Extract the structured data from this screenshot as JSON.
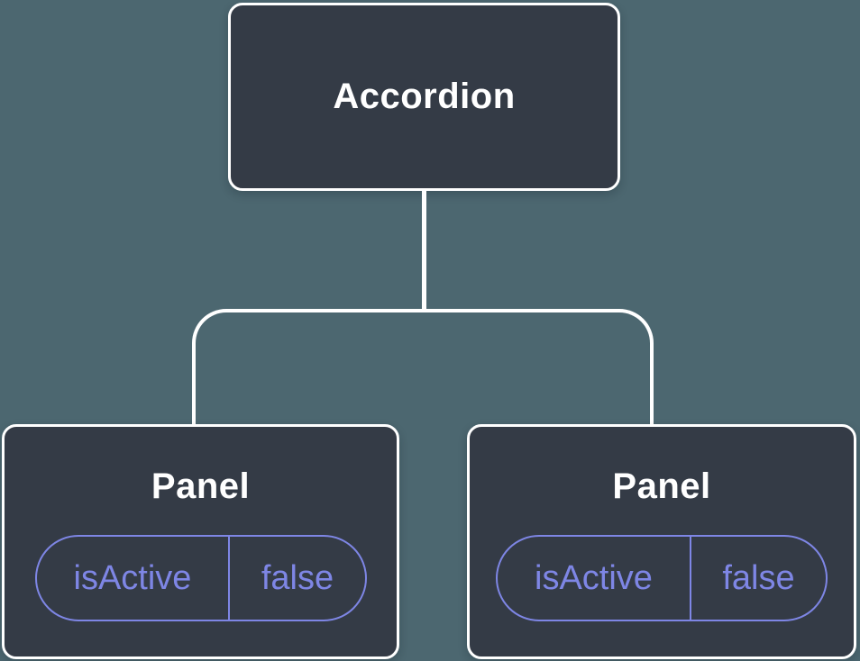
{
  "diagram": {
    "type": "component-tree",
    "colors": {
      "background": "#4C6770",
      "node_background": "#343B46",
      "node_border": "#FFFFFF",
      "node_text": "#FFFFFF",
      "connector": "#FFFFFF",
      "state_accent": "#7E86E5"
    },
    "root": {
      "label": "Accordion"
    },
    "children": [
      {
        "label": "Panel",
        "state": {
          "key": "isActive",
          "value": "false"
        }
      },
      {
        "label": "Panel",
        "state": {
          "key": "isActive",
          "value": "false"
        }
      }
    ]
  }
}
